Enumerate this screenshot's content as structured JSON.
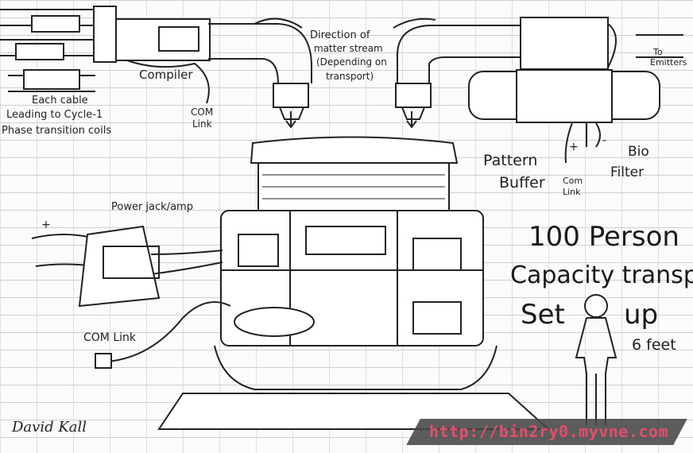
{
  "labels": {
    "compiler": "Compiler",
    "each_cable": "Each cable",
    "leading_to": "Leading to Cycle-1",
    "phase_coils": "Phase transition coils",
    "com_link_top_1": "COM",
    "com_link_top_2": "Link",
    "direction_1": "Direction of",
    "direction_2": "matter stream",
    "direction_3": "(Depending on",
    "direction_4": "transport)",
    "to_emitters_1": "To",
    "to_emitters_2": "Emitters",
    "pattern_buffer_1": "Pattern",
    "pattern_buffer_2": "Buffer",
    "com_link_right_1": "Com",
    "com_link_right_2": "Link",
    "bio_filter_1": "Bio",
    "bio_filter_2": "Filter",
    "power_jack": "Power jack/amp",
    "com_link_left": "COM Link",
    "title_1": "100 Person",
    "title_2": "Capacity transp.",
    "title_3": "Set",
    "title_4": "up",
    "six_feet": "6 feet",
    "plus": "+",
    "minus": "-"
  },
  "signature": "David Kall",
  "watermark": "http://bin2ry0.myvne.com"
}
